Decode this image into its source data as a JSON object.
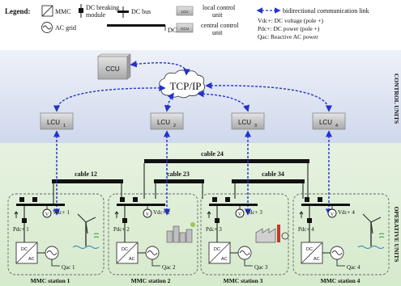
{
  "legend": {
    "title": "Legend:",
    "mmc": "MMC",
    "dc_breaking_module_line1": "DC breaking",
    "dc_breaking_module_line2": "module",
    "dc_bus": "DC bus",
    "local_control_unit_line1": "local control",
    "local_control_unit_line2": "unit",
    "lcu_icon": "LCU",
    "ccu_icon": "CCU",
    "ac_grid": "AC grid",
    "dc_cable": "DC cable",
    "central_control_unit_line1": "central control",
    "central_control_unit_line2": "unit",
    "bidirectional_link": "bidirectional communication link",
    "vdc_def": "Vdc+: DC voltage (pole +)",
    "pdc_def": "Pdc+: DC power (pole +)",
    "qac_def": "Qac: Reactive AC power"
  },
  "control": {
    "section_label": "CONTROL UNITS",
    "ccu": "CCU",
    "network": "TCP/IP",
    "lcus": [
      {
        "base": "LCU",
        "sub": "1"
      },
      {
        "base": "LCU",
        "sub": "2"
      },
      {
        "base": "LCU",
        "sub": "3"
      },
      {
        "base": "LCU",
        "sub": "4"
      }
    ]
  },
  "operative": {
    "section_label": "OPERATIVE UNITS",
    "cables": [
      "cable 24",
      "cable 12",
      "cable 23",
      "cable 34"
    ],
    "stations": [
      {
        "name": "MMC station 1",
        "vdc": "Vdc+ 1",
        "pdc": "Pdc+ 1",
        "qac": "Qac 1"
      },
      {
        "name": "MMC station 2",
        "vdc": "Vdc+ 2",
        "pdc": "Pdc+ 2",
        "qac": "Qac 2"
      },
      {
        "name": "MMC station 3",
        "vdc": "Vdc+ 3",
        "pdc": "Pdc+ 3",
        "qac": "Qac 3"
      },
      {
        "name": "MMC station 4",
        "vdc": "Vdc+ 4",
        "pdc": "Pdc+ 4",
        "qac": "Qac 4"
      }
    ],
    "converter_dc": "DC",
    "converter_ac": "AC"
  },
  "colors": {
    "control_bg": "#dde3f1",
    "operative_bg": "#e3f0dc",
    "link": "#2233cc",
    "box_fill": "#c8c8c8",
    "cable": "#000000"
  }
}
